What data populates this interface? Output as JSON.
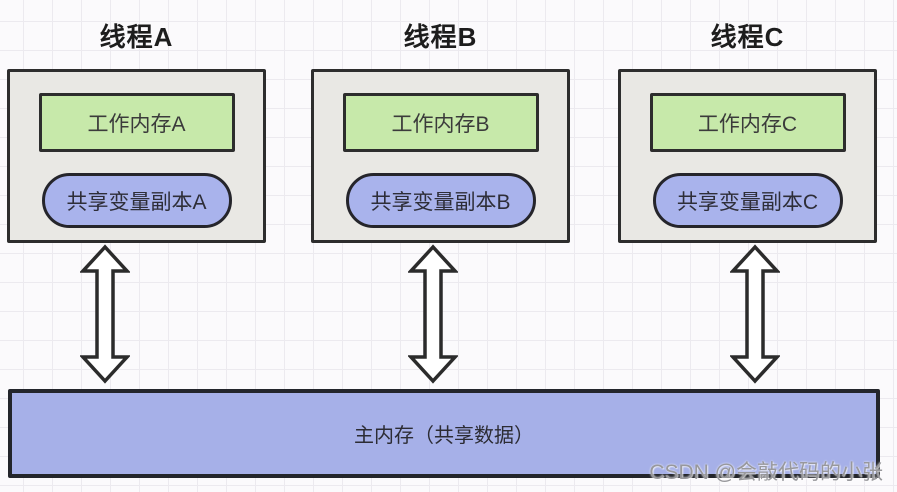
{
  "diagram": {
    "threads": [
      {
        "title": "线程A",
        "working_memory": "工作内存A",
        "shared_copy": "共享变量副本A"
      },
      {
        "title": "线程B",
        "working_memory": "工作内存B",
        "shared_copy": "共享变量副本B"
      },
      {
        "title": "线程C",
        "working_memory": "工作内存C",
        "shared_copy": "共享变量副本C"
      }
    ],
    "main_memory": {
      "label": "主内存（共享数据）"
    },
    "watermark": "CSDN @会敲代码的小张",
    "colors": {
      "thread_box_fill": "#e9e8e4",
      "working_memory_fill": "#c7e9aa",
      "shared_copy_fill": "#a9b3ec",
      "main_memory_fill": "#a6b0e8",
      "border": "#2d2d2d",
      "grid_line": "#eceaef",
      "watermark_text": "#98989c"
    }
  }
}
